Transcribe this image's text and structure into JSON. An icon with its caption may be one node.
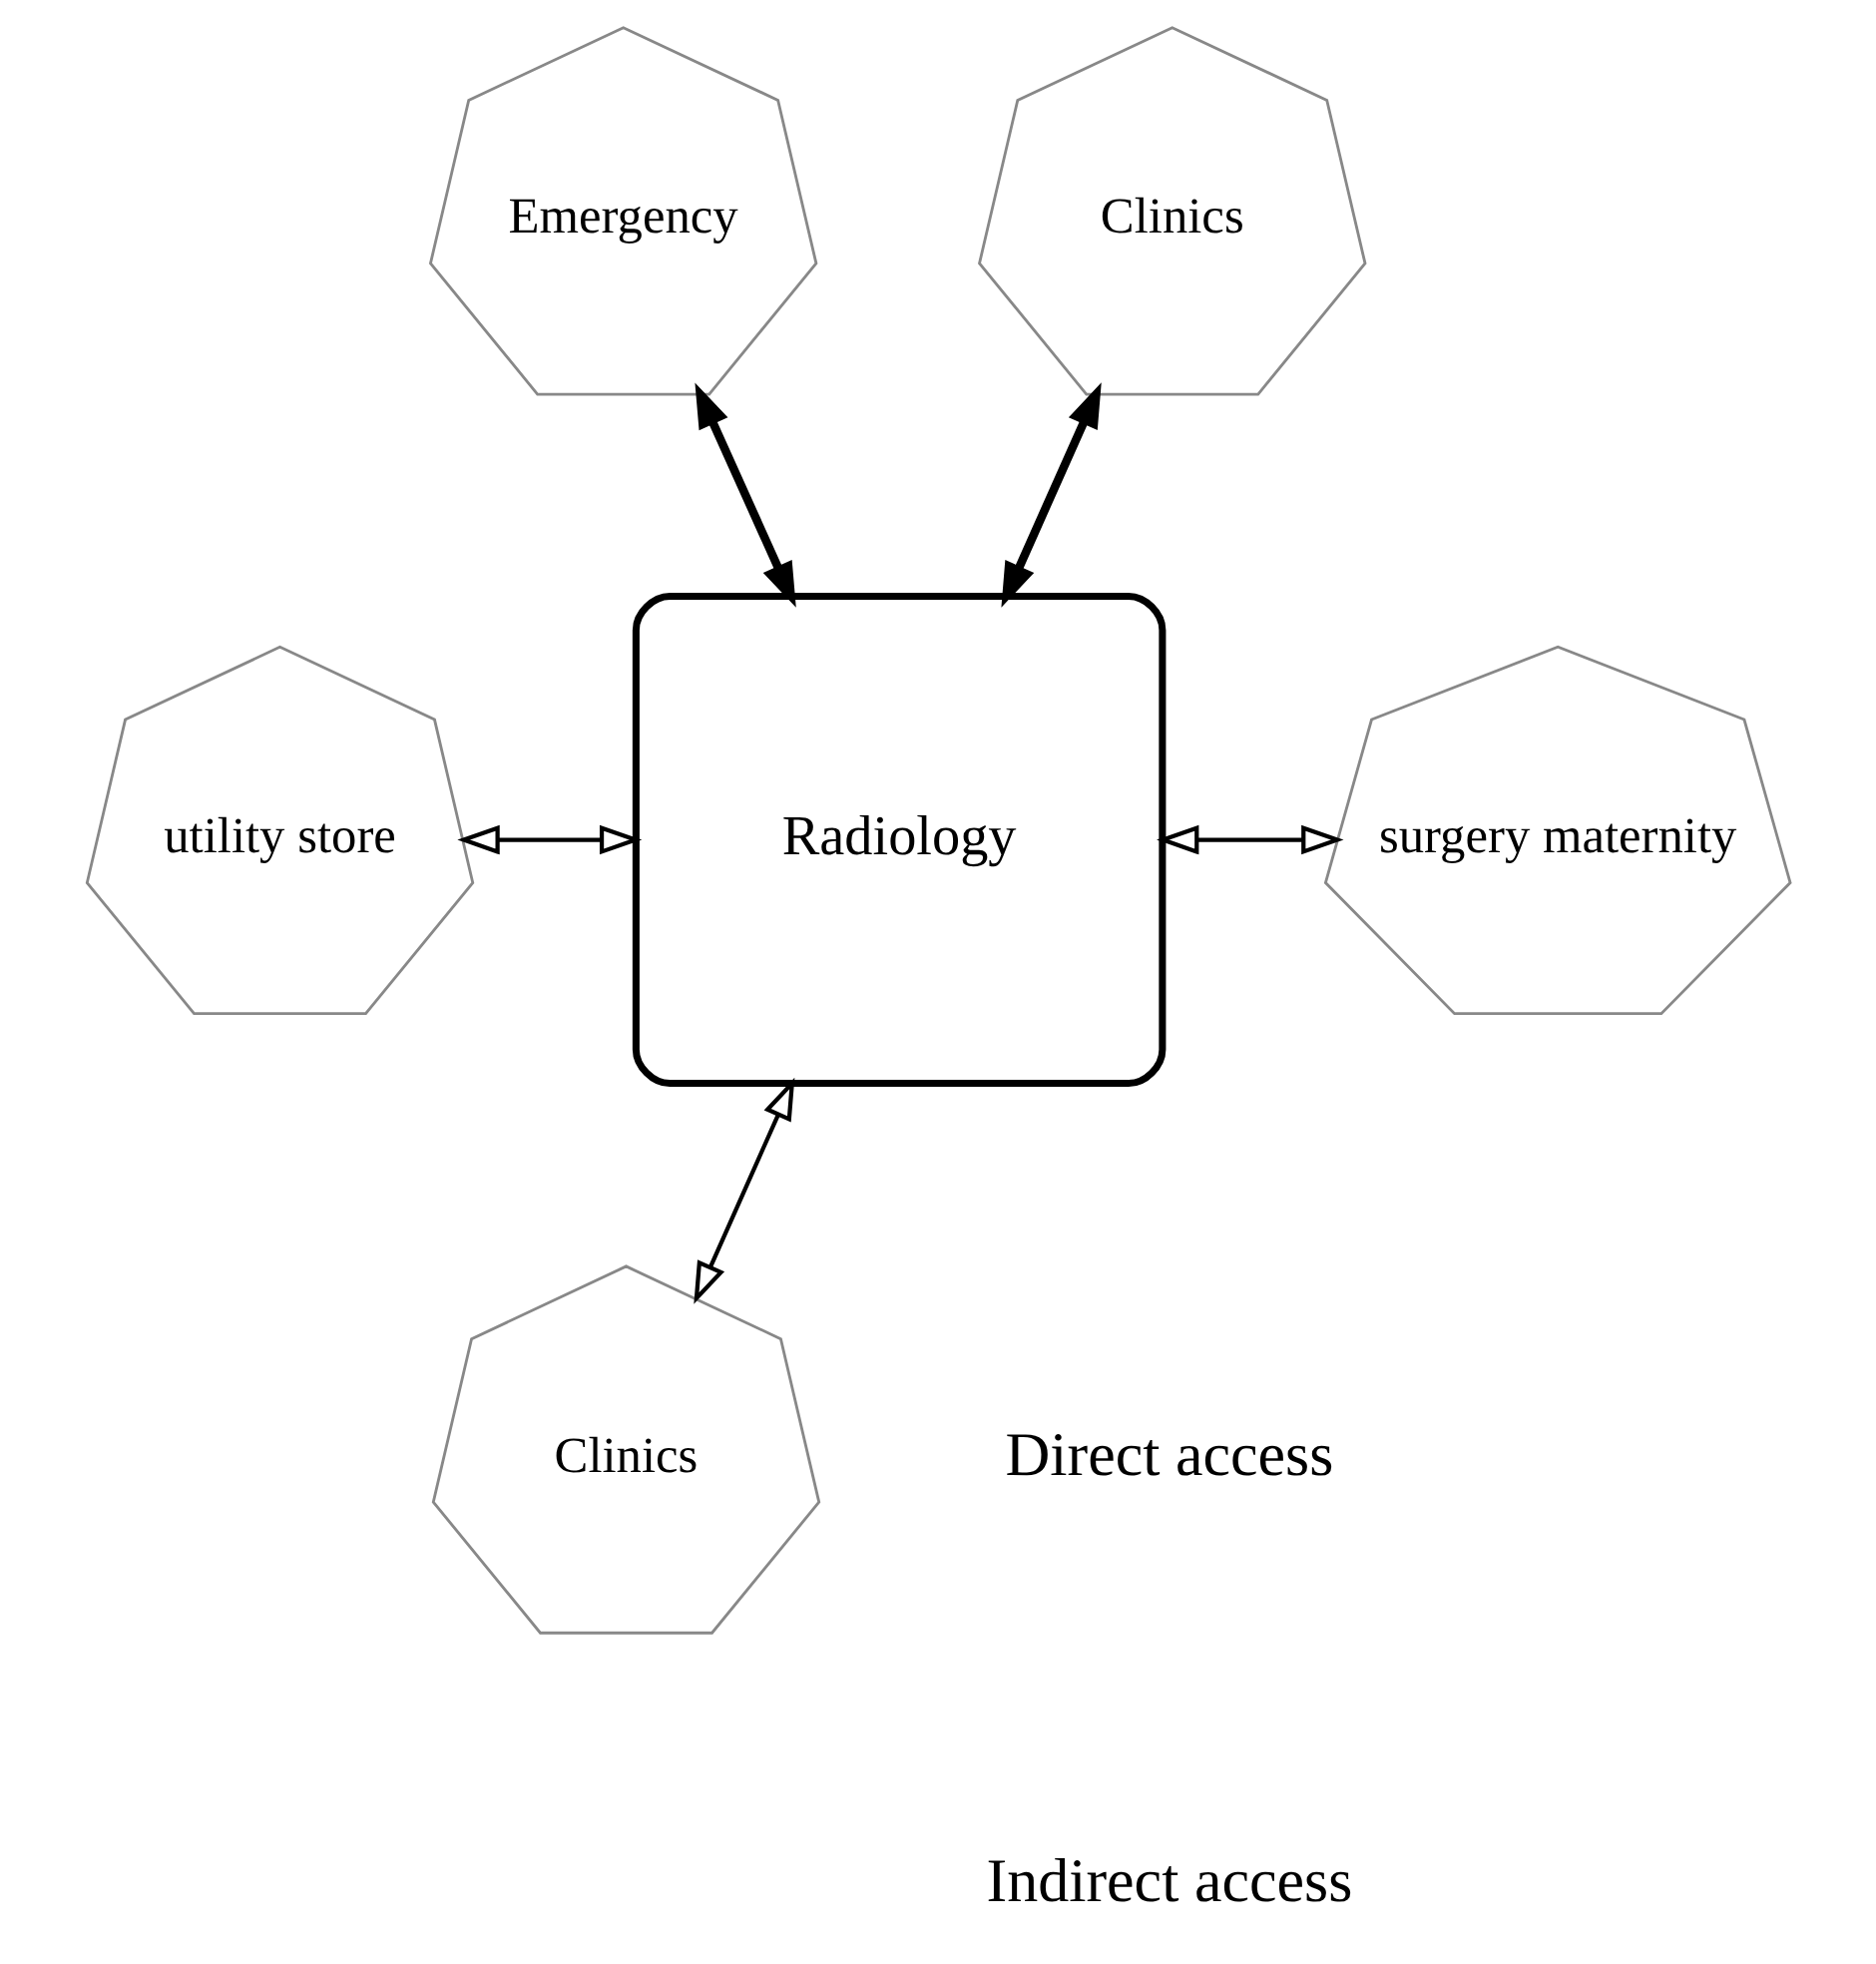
{
  "diagram": {
    "nodes": [
      {
        "text": [
          "Emergency"
        ]
      },
      {
        "text": [
          "Clinics"
        ]
      },
      {
        "text": [
          "Radiology"
        ]
      },
      {
        "text": [
          "utility store"
        ]
      },
      {
        "text": [
          "surgery maternity"
        ]
      },
      {
        "text": [
          "Clinics"
        ]
      }
    ],
    "edges": [
      {
        "from": 0,
        "to": 2,
        "arrow": "both",
        "style": "thick"
      },
      {
        "from": 1,
        "to": 2,
        "arrow": "both",
        "style": "thick"
      },
      {
        "from": 3,
        "to": 2,
        "arrow": "both"
      },
      {
        "from": 2,
        "to": 4,
        "arrow": "both"
      },
      {
        "from": 2,
        "to": 5,
        "arrow": "both"
      }
    ],
    "legend": [
      {
        "text": "Direct access"
      },
      {
        "text": "Indirect access"
      }
    ]
  }
}
